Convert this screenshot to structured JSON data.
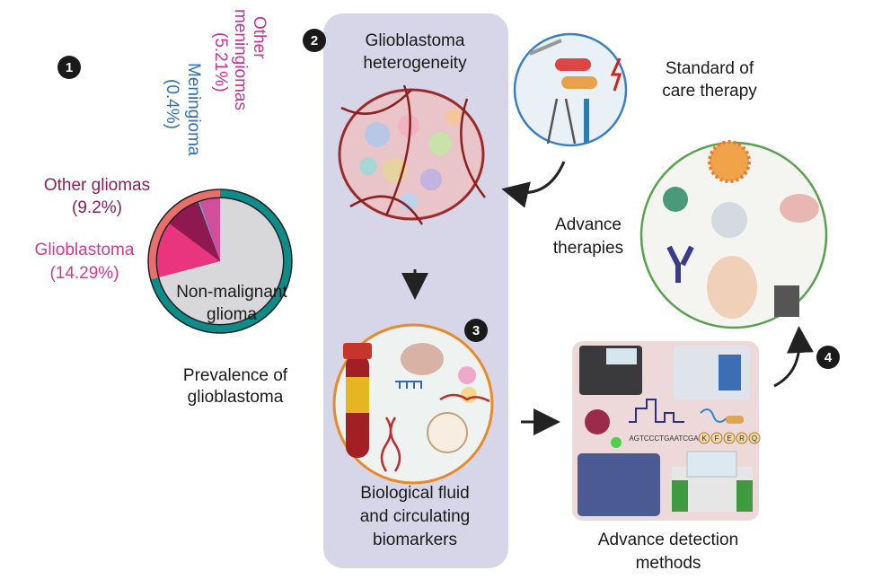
{
  "badges": [
    "1",
    "2",
    "3",
    "4"
  ],
  "prevalence": {
    "title_line1": "Prevalence of",
    "title_line2": "glioblastoma",
    "center_line1": "Non-malignant",
    "center_line2": "glioma",
    "chart_data": {
      "type": "pie",
      "slices": [
        {
          "label": "Other meningiomas",
          "value_text": "(5.21%)",
          "label_line1": "Other",
          "label_line2": "meningiomas",
          "value": 5.21,
          "color": "#d24f9c"
        },
        {
          "label": "Meningioma",
          "value_text": "(0.4%)",
          "value": 0.4,
          "color": "#5bb8d8"
        },
        {
          "label": "Other gliomas",
          "value_text": "(9.2%)",
          "value": 9.2,
          "color": "#8e1850"
        },
        {
          "label": "Glioblastoma",
          "value_text": "(14.29%)",
          "value": 14.29,
          "color": "#e8357e"
        },
        {
          "label": "Non-malignant glioma",
          "value": 70.9,
          "color": "#d8d8da"
        }
      ],
      "ring_colors": {
        "malignant": "#e86f6b",
        "non_malignant": "#0e8c8a"
      },
      "label_colors": {
        "other_meningiomas": "#c7338f",
        "meningioma": "#2f6fb7",
        "other_gliomas": "#8e1f55",
        "glioblastoma": "#d63a8c"
      }
    }
  },
  "heterogeneity": {
    "line1": "Glioblastoma",
    "line2": "heterogeneity",
    "panel_color": "#d7d5e8"
  },
  "biomarkers": {
    "line1": "Biological fluid",
    "line2": "and circulating",
    "line3": "biomarkers",
    "ring_color": "#e88a2a"
  },
  "detection": {
    "line1": "Advance detection",
    "line2": "methods",
    "sequence": "AGTCCCTGAATCGA",
    "peptide": [
      "K",
      "F",
      "E",
      "R",
      "Q"
    ],
    "box_color": "#edd9d9"
  },
  "standard_care": {
    "line1": "Standard of",
    "line2": "care therapy",
    "ring_color": "#3a7fc4"
  },
  "advance_therapies": {
    "line1": "Advance",
    "line2": "therapies",
    "ring_color": "#5aa050"
  }
}
